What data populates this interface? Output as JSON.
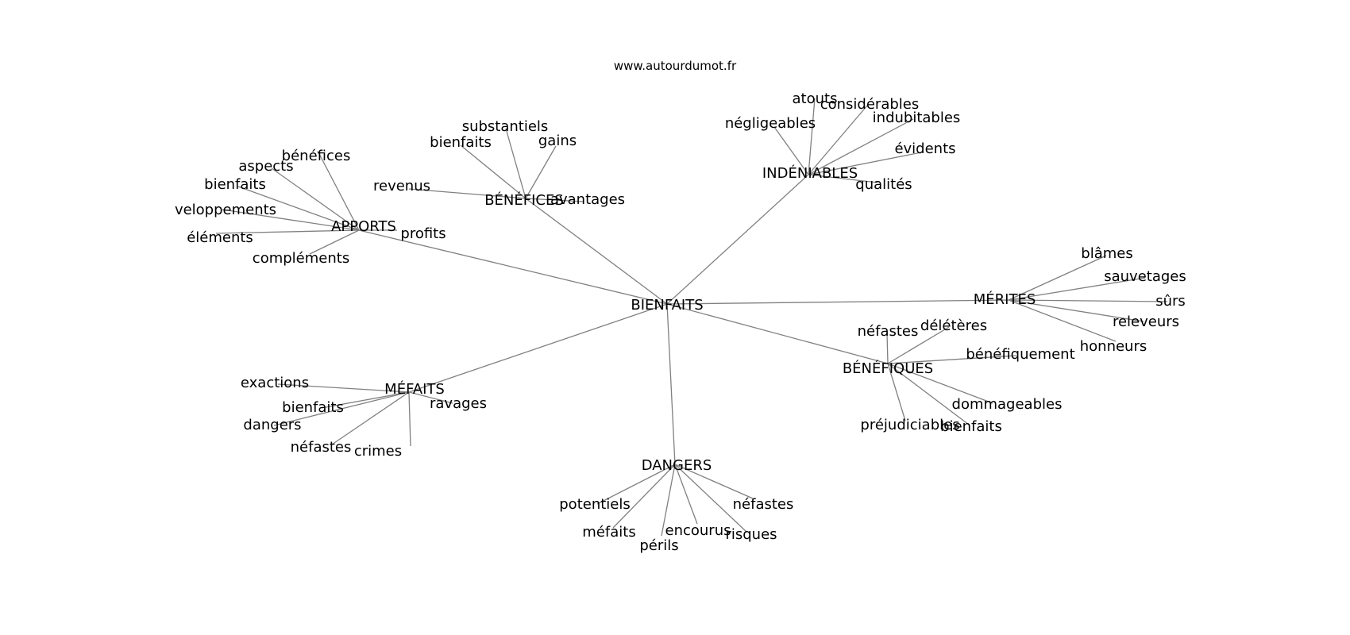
{
  "header": {
    "site": "www.autourdumot.fr"
  },
  "graph": {
    "center": "BIENFAITS",
    "clusters": [
      {
        "hub": "APPORTS",
        "words": [
          "bénéfices",
          "aspects",
          "bienfaits",
          "veloppements",
          "éléments",
          "compléments",
          "profits"
        ]
      },
      {
        "hub": "BÉNÉFICES",
        "words": [
          "substantiels",
          "bienfaits",
          "gains",
          "revenus",
          "avantages"
        ]
      },
      {
        "hub": "INDÉNIABLES",
        "words": [
          "atouts",
          "considérables",
          "négligeables",
          "indubitables",
          "évidents",
          "qualités"
        ]
      },
      {
        "hub": "MÉRITES",
        "words": [
          "blâmes",
          "sauvetages",
          "sûrs",
          "releveurs",
          "honneurs"
        ]
      },
      {
        "hub": "BÉNÉFIQUES",
        "words": [
          "néfastes",
          "délétères",
          "bénéfiquement",
          "dommageables",
          "préjudiciables",
          "bienfaits"
        ]
      },
      {
        "hub": "MÉFAITS",
        "words": [
          "exactions",
          "bienfaits",
          "dangers",
          "néfastes",
          "crimes",
          "ravages"
        ]
      },
      {
        "hub": "DANGERS",
        "words": [
          "potentiels",
          "méfaits",
          "périls",
          "encourus",
          "risques",
          "néfastes"
        ]
      }
    ]
  }
}
